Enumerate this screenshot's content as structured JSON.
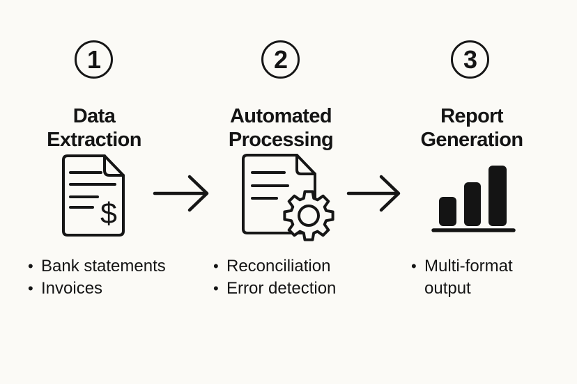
{
  "page": {
    "background": "#fbfaf6",
    "text_color": "#141414"
  },
  "bullet_glyph": "•",
  "steps": [
    {
      "number": "1",
      "title_line1": "Data",
      "title_line2": "Extraction",
      "icon": "document-dollar-icon",
      "dollar_symbol": "$",
      "bullets": [
        "Bank statements",
        "Invoices"
      ]
    },
    {
      "number": "2",
      "title_line1": "Automated",
      "title_line2": "Processing",
      "icon": "document-gear-icon",
      "bullets": [
        "Reconciliation",
        "Error detection"
      ]
    },
    {
      "number": "3",
      "title_line1": "Report",
      "title_line2": "Generation",
      "icon": "bar-chart-icon",
      "bullets": [
        "Multi-format output"
      ]
    }
  ]
}
